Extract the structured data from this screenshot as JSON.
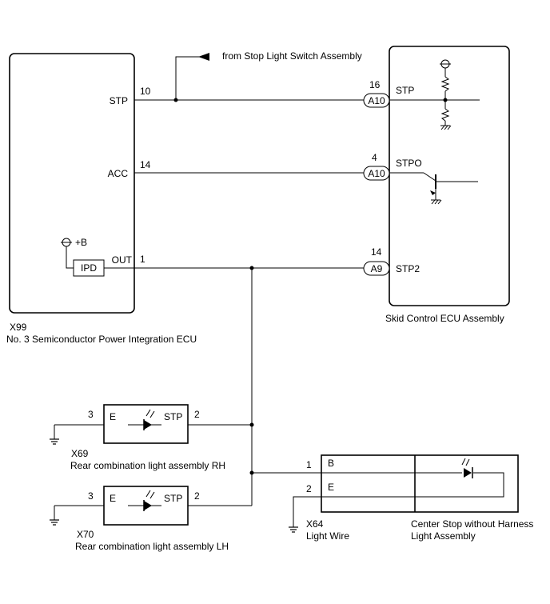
{
  "ecu_x99": {
    "code": "X99",
    "name": "No. 3 Semiconductor Power Integration ECU",
    "pins": {
      "stp": {
        "name": "STP",
        "num": "10"
      },
      "acc": {
        "name": "ACC",
        "num": "14"
      },
      "out": {
        "name": "OUT",
        "num": "1"
      }
    },
    "plus_b": "+B",
    "ipd": "IPD"
  },
  "skid_ecu": {
    "name": "Skid Control ECU Assembly",
    "pins": {
      "stp": {
        "name": "STP",
        "num": "16",
        "connector": "A10"
      },
      "stpo": {
        "name": "STPO",
        "num": "4",
        "connector": "A10"
      },
      "stp2": {
        "name": "STP2",
        "num": "14",
        "connector": "A9"
      }
    }
  },
  "from_switch": "from Stop Light Switch Assembly",
  "light_rh": {
    "code": "X69",
    "name": "Rear combination light assembly RH",
    "pin_e": {
      "name": "E",
      "num": "3"
    },
    "pin_stp": {
      "name": "STP",
      "num": "2"
    }
  },
  "light_lh": {
    "code": "X70",
    "name": "Rear combination light assembly LH",
    "pin_e": {
      "name": "E",
      "num": "3"
    },
    "pin_stp": {
      "name": "STP",
      "num": "2"
    }
  },
  "light_wire": {
    "code": "X64",
    "name": "Light Wire",
    "pin_b": {
      "name": "B",
      "num": "1"
    },
    "pin_e": {
      "name": "E",
      "num": "2"
    }
  },
  "center_stop": {
    "name_line1": "Center Stop without Harness",
    "name_line2": "Light Assembly"
  }
}
